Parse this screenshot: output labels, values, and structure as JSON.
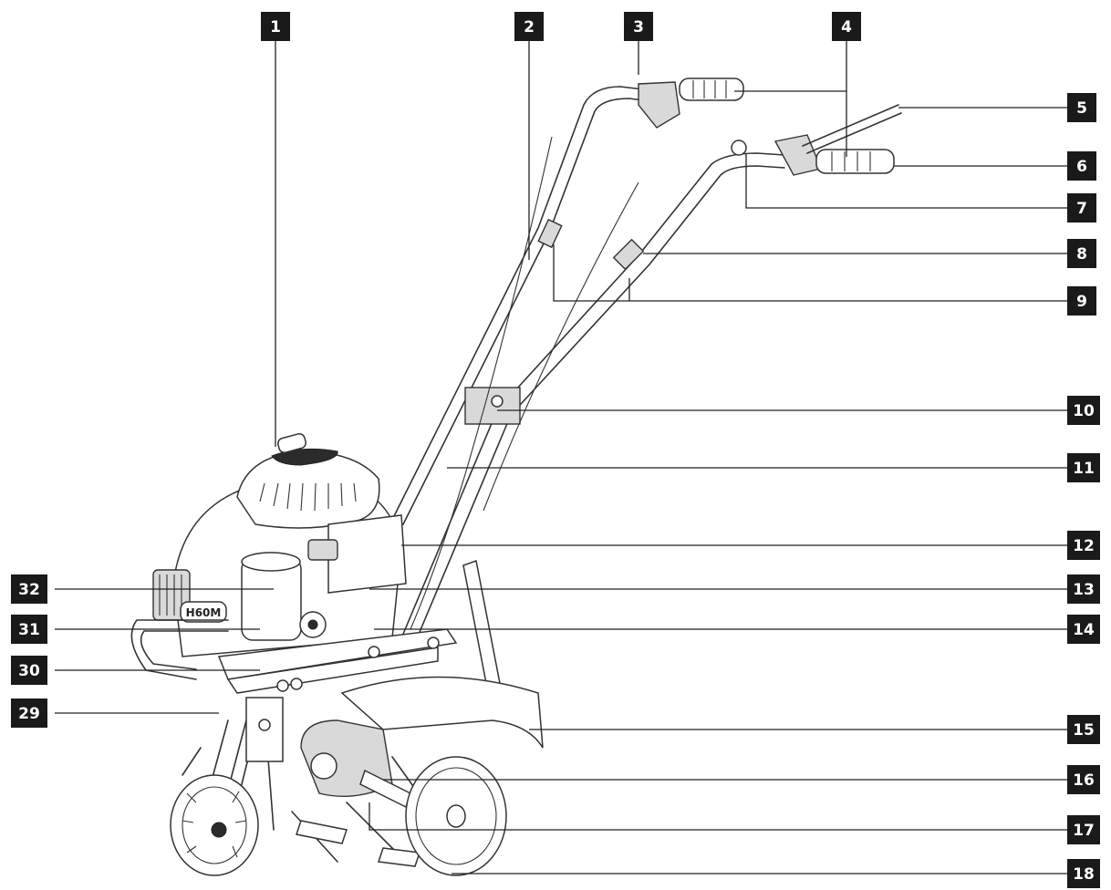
{
  "labels": {
    "l1": "1",
    "l2": "2",
    "l3": "3",
    "l4": "4",
    "l5": "5",
    "l6": "6",
    "l7": "7",
    "l8": "8",
    "l9": "9",
    "l10": "10",
    "l11": "11",
    "l12": "12",
    "l13": "13",
    "l14": "14",
    "l15": "15",
    "l16": "16",
    "l17": "17",
    "l18": "18",
    "l29": "29",
    "l30": "30",
    "l31": "31",
    "l32": "32"
  },
  "engine_badge": "H60M",
  "colors": {
    "label_bg": "#1a1a1a",
    "label_text": "#ffffff",
    "line": "#333333",
    "shade": "#d9d9d9"
  }
}
